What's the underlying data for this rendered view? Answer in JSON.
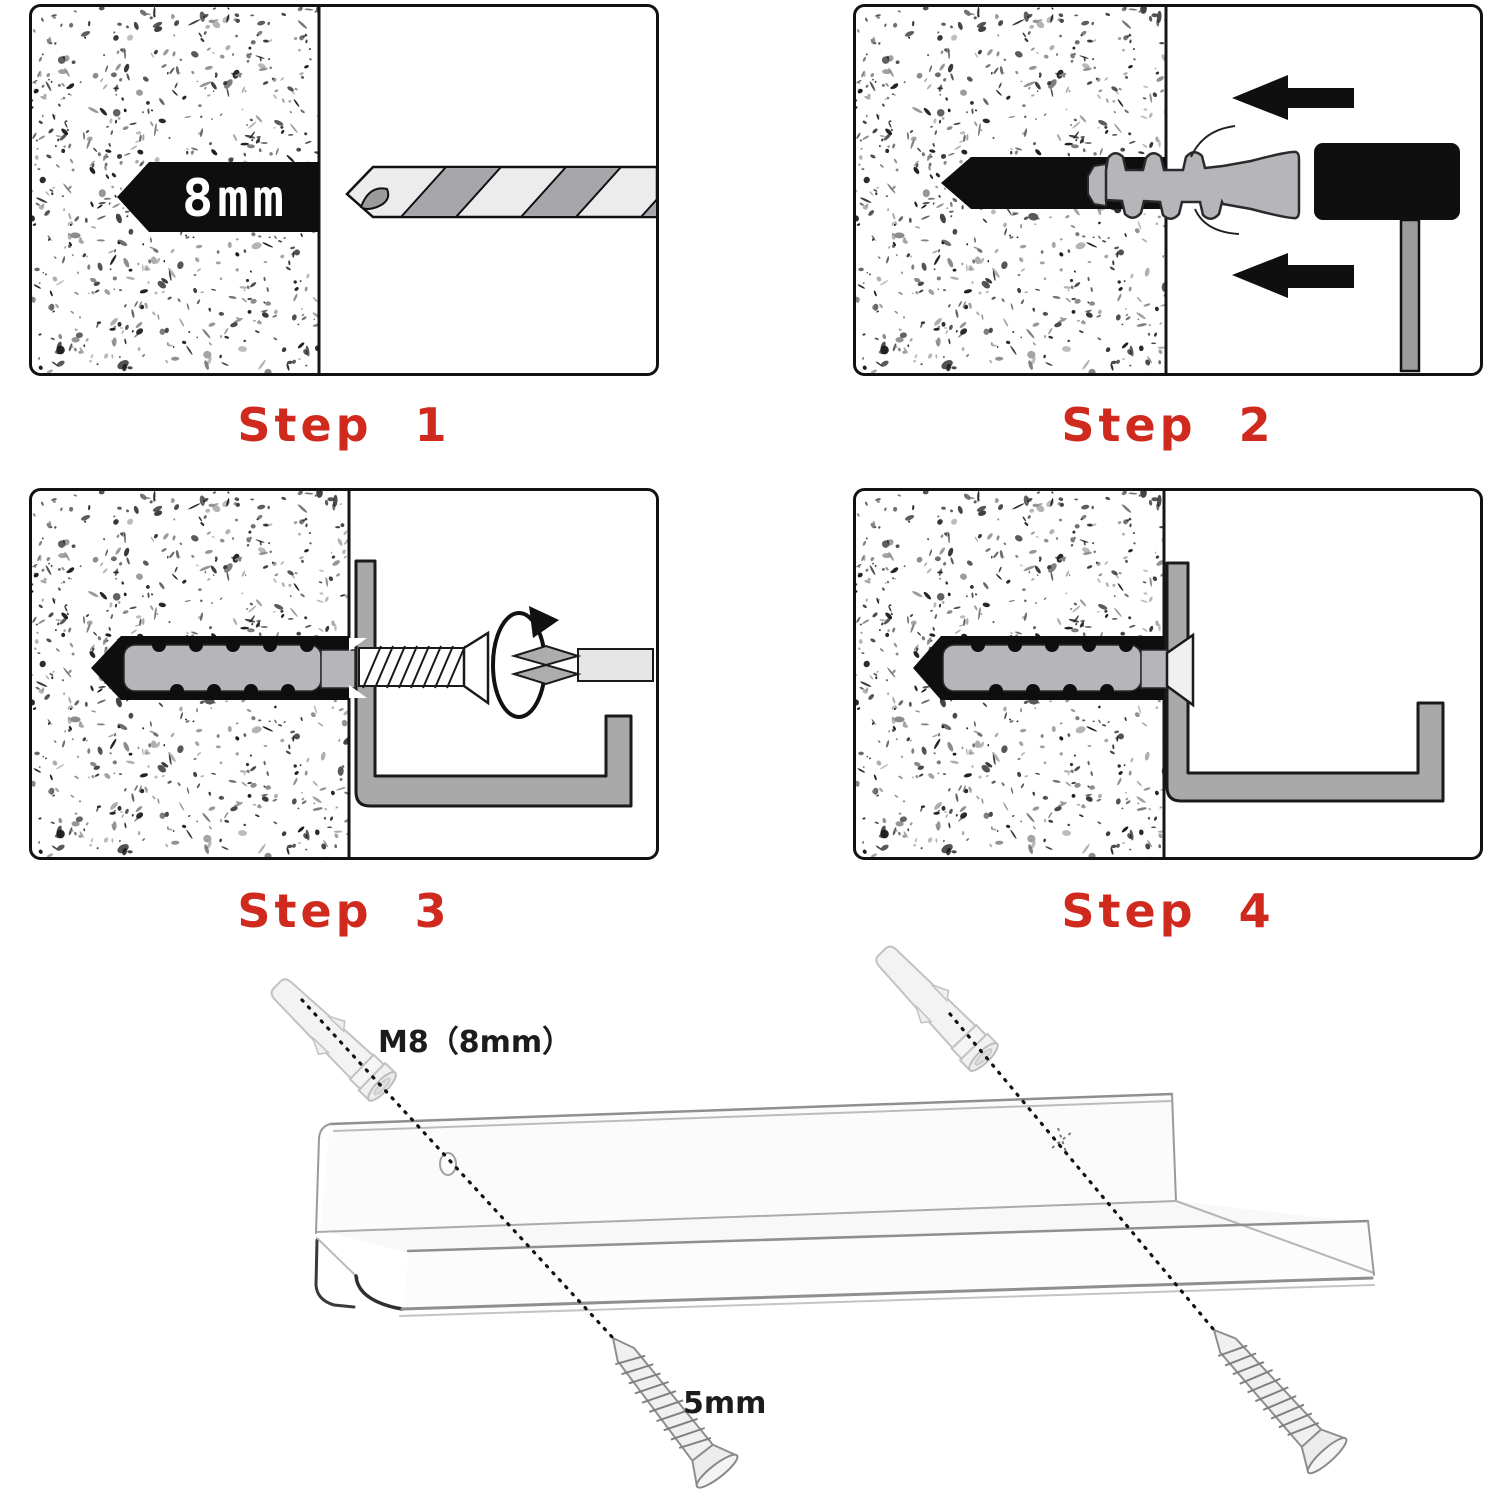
{
  "steps": [
    {
      "label": "Step 1",
      "annotation": "8mm"
    },
    {
      "label": "Step 2"
    },
    {
      "label": "Step 3"
    },
    {
      "label": "Step 4"
    }
  ],
  "hardware_labels": {
    "anchor": "M8（8mm）",
    "screw": "5mm"
  },
  "colors": {
    "step_label_red": "#d02a1e",
    "hole_black": "#0e0e0e",
    "anchor_gray": "#b6b6ba",
    "bracket_gray": "#a9a9a9",
    "drill_flute_gray": "#a7a7ab",
    "hammer_black": "#0f0f0f",
    "outline_black": "#1a1a1a",
    "shelf_line_gray": "#9a9a9a"
  }
}
